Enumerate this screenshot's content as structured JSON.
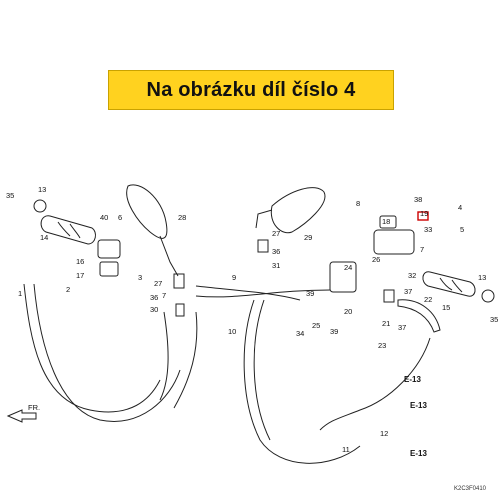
{
  "banner": {
    "text": "Na obrázku díl číslo 4",
    "color": "#ffd21f"
  },
  "diagram": {
    "front_arrow": "FR.",
    "reference_code": "K2C3F0410",
    "section_refs": [
      "E-13",
      "E-13",
      "E-13"
    ],
    "part_numbers": [
      "1",
      "2",
      "3",
      "4",
      "5",
      "6",
      "7",
      "8",
      "9",
      "10",
      "11",
      "12",
      "13",
      "14",
      "15",
      "16",
      "17",
      "18",
      "19",
      "20",
      "21",
      "22",
      "23",
      "24",
      "25",
      "26",
      "27",
      "28",
      "29",
      "30",
      "31",
      "32",
      "33",
      "34",
      "35",
      "36",
      "37",
      "38",
      "39",
      "40"
    ],
    "labels": [
      {
        "n": "35"
      },
      {
        "n": "13"
      },
      {
        "n": "14"
      },
      {
        "n": "40"
      },
      {
        "n": "6"
      },
      {
        "n": "16"
      },
      {
        "n": "17"
      },
      {
        "n": "3"
      },
      {
        "n": "28"
      },
      {
        "n": "1"
      },
      {
        "n": "2"
      },
      {
        "n": "7"
      },
      {
        "n": "27"
      },
      {
        "n": "36"
      },
      {
        "n": "30"
      },
      {
        "n": "9"
      },
      {
        "n": "10"
      },
      {
        "n": "27"
      },
      {
        "n": "36"
      },
      {
        "n": "31"
      },
      {
        "n": "29"
      },
      {
        "n": "8"
      },
      {
        "n": "18"
      },
      {
        "n": "38"
      },
      {
        "n": "19"
      },
      {
        "n": "4"
      },
      {
        "n": "33"
      },
      {
        "n": "5"
      },
      {
        "n": "7"
      },
      {
        "n": "24"
      },
      {
        "n": "26"
      },
      {
        "n": "39"
      },
      {
        "n": "20"
      },
      {
        "n": "25"
      },
      {
        "n": "34"
      },
      {
        "n": "39"
      },
      {
        "n": "32"
      },
      {
        "n": "37"
      },
      {
        "n": "21"
      },
      {
        "n": "37"
      },
      {
        "n": "23"
      },
      {
        "n": "22"
      },
      {
        "n": "13"
      },
      {
        "n": "15"
      },
      {
        "n": "35"
      },
      {
        "n": "11"
      },
      {
        "n": "12"
      }
    ]
  }
}
